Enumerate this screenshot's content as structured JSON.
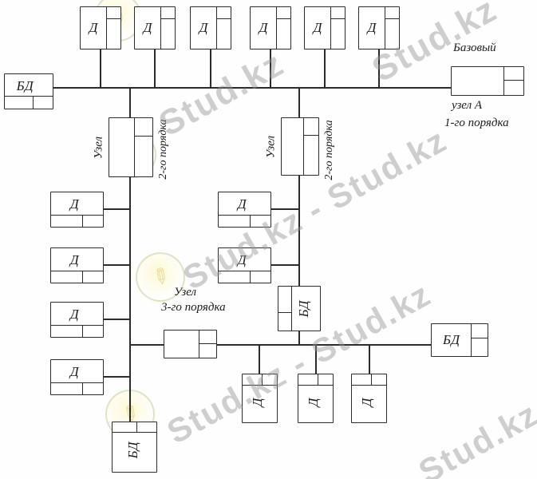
{
  "diagram": {
    "top_sensors": [
      "Д",
      "Д",
      "Д",
      "Д",
      "Д",
      "Д"
    ],
    "left_sensors": [
      "Д",
      "Д",
      "Д",
      "Д"
    ],
    "mid_sensors": [
      "Д",
      "Д"
    ],
    "bottom_sensors": [
      "Д",
      "Д",
      "Д"
    ],
    "db_top_left": "БД",
    "db_mid": "БД",
    "db_right": "БД",
    "db_bottom": "БД",
    "base_node": {
      "title": "Базовый",
      "name": "узел А",
      "order": "1-го порядка"
    },
    "node2_left": {
      "name": "Узел",
      "order": "2-го порядка"
    },
    "node2_right": {
      "name": "Узел",
      "order": "2-го порядка"
    },
    "node3": {
      "name": "Узел",
      "order": "3-го порядка"
    }
  },
  "watermark": {
    "text": "Stud.kz",
    "pair": "Stud.kz - Stud.kz"
  }
}
